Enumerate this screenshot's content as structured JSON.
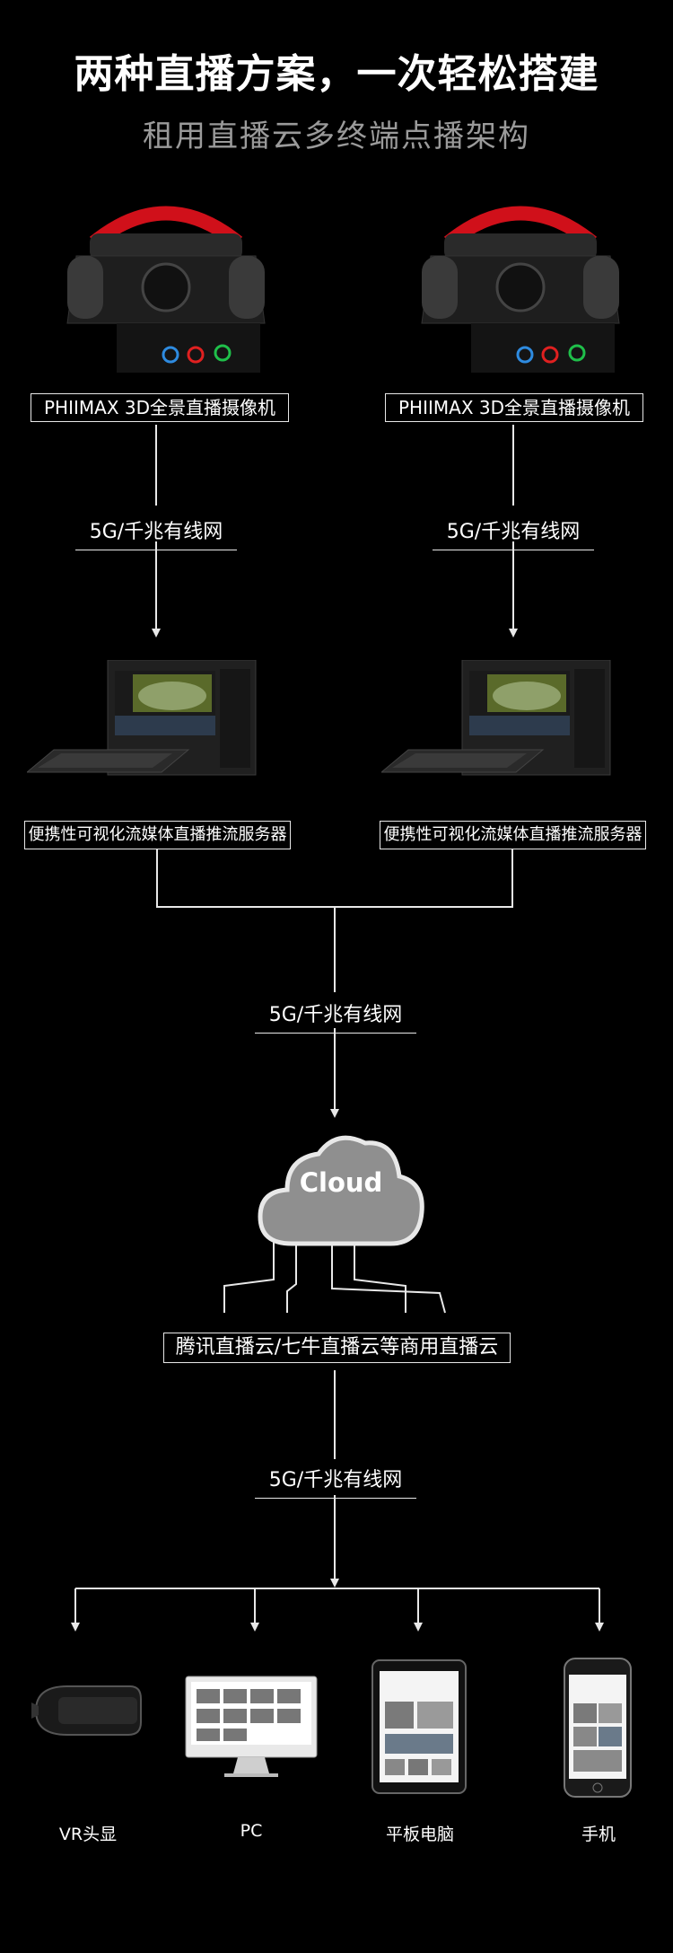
{
  "header": {
    "title": "两种直播方案，一次轻松搭建",
    "subtitle": "租用直播云多终端点播架构"
  },
  "nodes": {
    "camera_left": "PHIIMAX 3D全景直播摄像机",
    "camera_right": "PHIIMAX 3D全景直播摄像机",
    "network_left": "5G/千兆有线网",
    "network_right": "5G/千兆有线网",
    "server_left": "便携性可视化流媒体直播推流服务器",
    "server_right": "便携性可视化流媒体直播推流服务器",
    "network_center": "5G/千兆有线网",
    "cloud_icon_text": "Cloud",
    "cloud_services": "腾讯直播云/七牛直播云等商用直播云",
    "network_bottom": "5G/千兆有线网"
  },
  "devices": [
    {
      "label": "VR头显",
      "icon": "vr-headset-icon"
    },
    {
      "label": "PC",
      "icon": "monitor-icon"
    },
    {
      "label": "平板电脑",
      "icon": "tablet-icon"
    },
    {
      "label": "手机",
      "icon": "phone-icon"
    }
  ],
  "colors": {
    "background": "#000000",
    "line": "#e8e8e8",
    "subtitle": "#9a9a9a",
    "cloud": "#8f8f8f",
    "camera_handle": "#d0101a"
  }
}
